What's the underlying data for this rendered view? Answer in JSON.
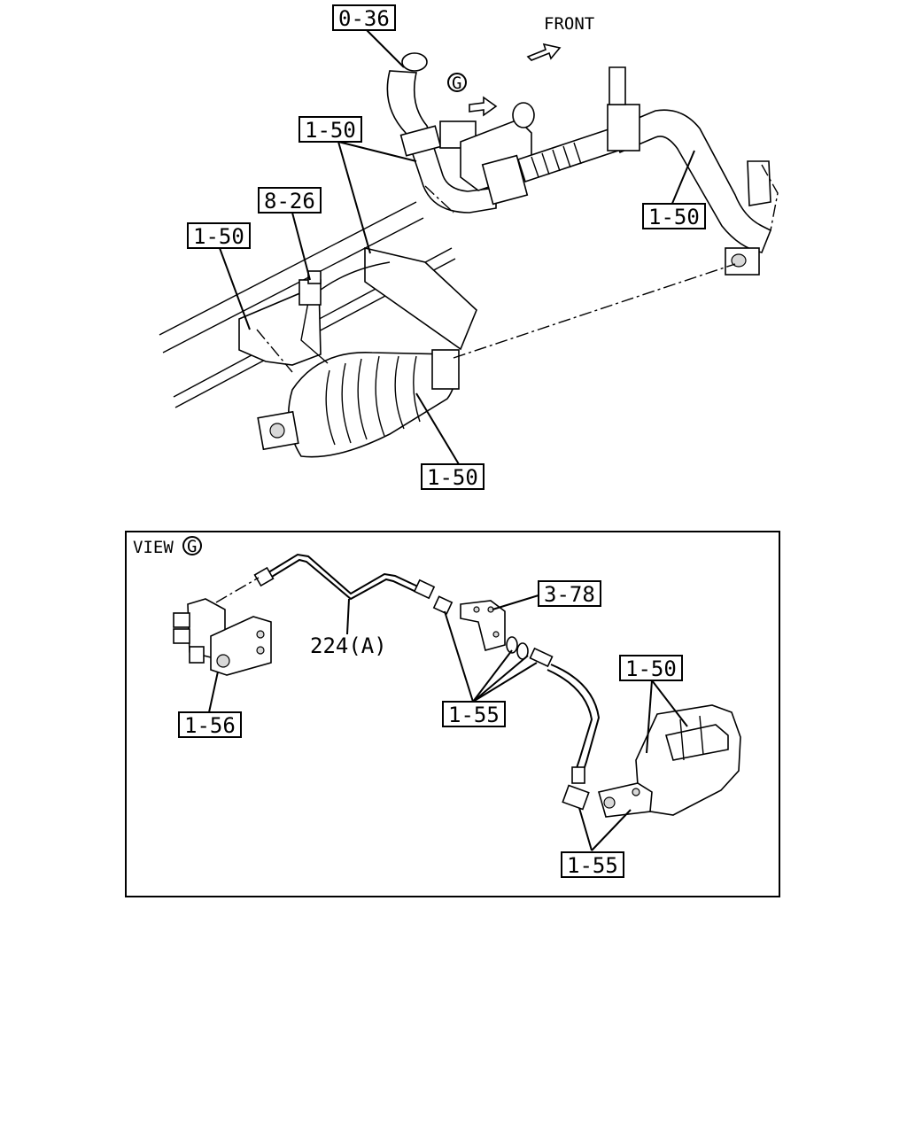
{
  "top_view": {
    "front_label": "FRONT",
    "view_marker": "G",
    "callouts": {
      "c_0_36": "0-36",
      "c_1_50_top": "1-50",
      "c_1_50_right": "1-50",
      "c_8_26": "8-26",
      "c_1_50_left": "1-50",
      "c_1_50_bottom": "1-50"
    }
  },
  "view_g": {
    "title": "VIEW",
    "marker": "G",
    "callouts": {
      "c_3_78": "3-78",
      "c_224a": "224(A)",
      "c_1_56": "1-56",
      "c_1_55_mid": "1-55",
      "c_1_50": "1-50",
      "c_1_55_bottom": "1-55"
    }
  }
}
